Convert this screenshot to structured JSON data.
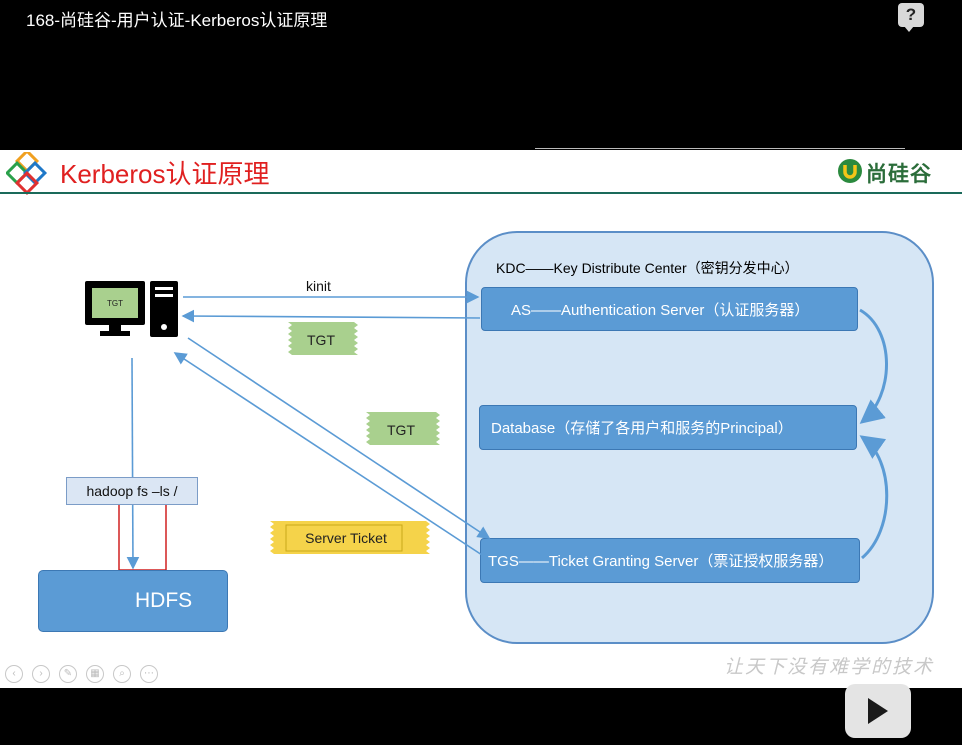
{
  "player": {
    "title": "168-尚硅谷-用户认证-Kerberos认证原理",
    "help_icon": "question-icon",
    "help_label": "?",
    "play_icon": "play-icon",
    "controls": [
      {
        "icon": "prev-icon",
        "label": "‹"
      },
      {
        "icon": "next-icon",
        "label": "›"
      },
      {
        "icon": "pen-icon",
        "label": "✎"
      },
      {
        "icon": "slides-icon",
        "label": "▦"
      },
      {
        "icon": "zoom-icon",
        "label": "⌕"
      },
      {
        "icon": "more-icon",
        "label": "⋯"
      }
    ]
  },
  "slide": {
    "title": "Kerberos认证原理",
    "brand": "尚硅谷",
    "watermark": "让天下没有难学的技术",
    "kdc_label": "KDC——Key Distribute Center（密钥分发中心）",
    "as_label": "AS——Authentication Server（认证服务器）",
    "db_label": "Database（存储了各用户和服务的Principal）",
    "tgs_label": "TGS——Ticket Granting Server（票证授权服务器）",
    "kinit_label": "kinit",
    "tgt_label": "TGT",
    "monitor_tgt": "TGT",
    "server_ticket_label": "Server Ticket",
    "command_label": "hadoop fs –ls /",
    "hdfs_label": "HDFS"
  },
  "colors": {
    "title_red": "#e02020",
    "brand_green": "#2b6d3a",
    "box_blue": "#5b9bd5",
    "kdc_fill": "#d6e6f5",
    "ticket_green": "#a9d08e",
    "ticket_yellow": "#f5d34a",
    "arrow_blue": "#5b9bd5"
  }
}
